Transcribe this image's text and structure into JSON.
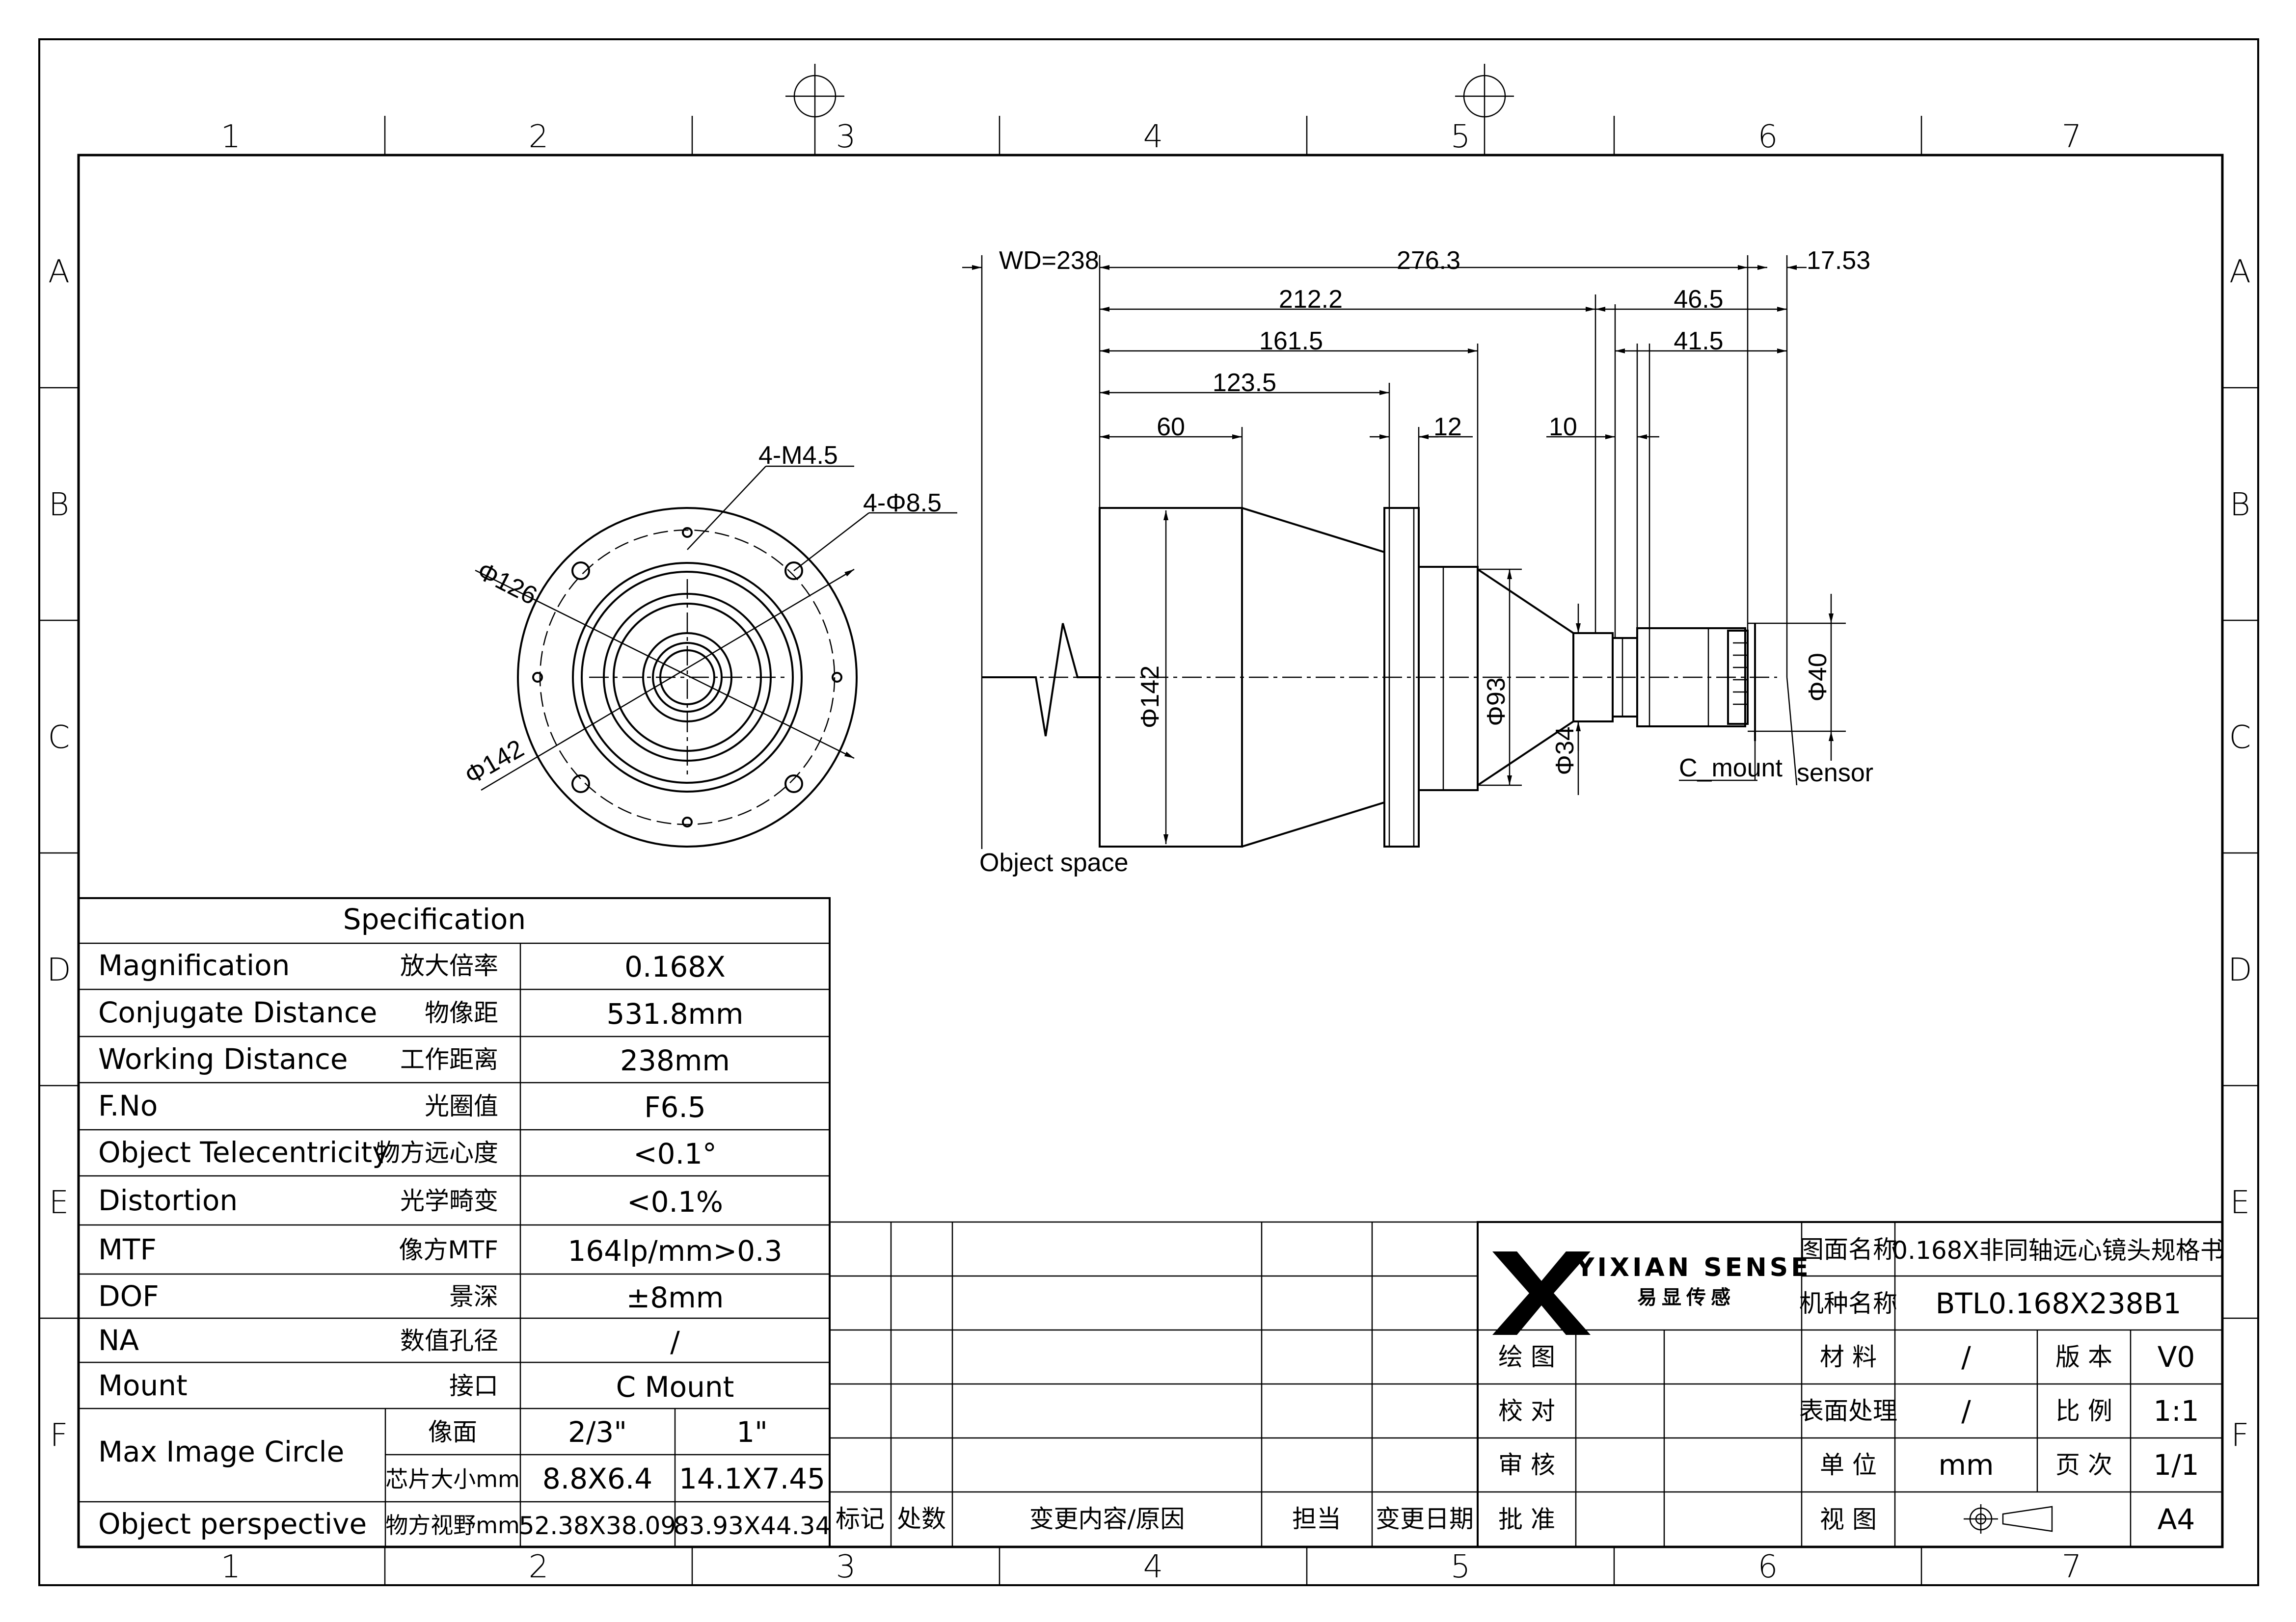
{
  "frame": {
    "columns": [
      "1",
      "2",
      "3",
      "4",
      "5",
      "6",
      "7"
    ],
    "rows": [
      "A",
      "B",
      "C",
      "D",
      "E",
      "F"
    ]
  },
  "front_view": {
    "hole_label": "4-M4.5",
    "bore_label": "4-Φ8.5",
    "dia_126": "Φ126",
    "dia_142": "Φ142"
  },
  "side_view": {
    "wd": "WD=238",
    "total": "276.3",
    "d_212": "212.2",
    "d_161": "161.5",
    "d_123": "123.5",
    "d_60": "60",
    "d_12": "12",
    "d_10": "10",
    "d_46": "46.5",
    "d_41": "41.5",
    "d_17": "17.53",
    "dia_142": "Φ142",
    "dia_93": "Φ93",
    "dia_34": "Φ34",
    "dia_40": "Φ40",
    "c_mount": "C_mount",
    "sensor": "sensor",
    "object_space": "Object space"
  },
  "spec": {
    "title": "Specification",
    "rows": [
      {
        "en": "Magnification",
        "cn": "放大倍率",
        "val": "0.168X"
      },
      {
        "en": "Conjugate Distance",
        "cn": "物像距",
        "val": "531.8mm"
      },
      {
        "en": "Working Distance",
        "cn": "工作距离",
        "val": "238mm"
      },
      {
        "en": "F.No",
        "cn": "光圈值",
        "val": "F6.5"
      },
      {
        "en": "Object Telecentricity",
        "cn": "物方远心度",
        "val": "<0.1°"
      },
      {
        "en": "Distortion",
        "cn": "光学畸变",
        "val": "<0.1%"
      },
      {
        "en": "MTF",
        "cn": "像方MTF",
        "val": "164lp/mm>0.3"
      },
      {
        "en": "DOF",
        "cn": "景深",
        "val": "±8mm"
      },
      {
        "en": "NA",
        "cn": "数值孔径",
        "val": "/"
      },
      {
        "en": "Mount",
        "cn": "接口",
        "val": "C Mount"
      }
    ],
    "circle_label": "Max Image Circle",
    "circle_sub1": "像面",
    "circle_sub2": "芯片大小mm",
    "circle_v1a": "2/3\"",
    "circle_v1b": "1\"",
    "circle_v2a": "8.8X6.4",
    "circle_v2b": "14.1X7.45",
    "persp_label": "Object perspective",
    "persp_cn": "物方视野mm",
    "persp_va": "52.38X38.09",
    "persp_vb": "83.93X44.34"
  },
  "revision": {
    "h_mark": "标记",
    "h_count": "处数",
    "h_content": "变更内容/原因",
    "h_person": "担当",
    "h_date": "变更日期"
  },
  "title_block": {
    "brand": "YIXIAN SENSE",
    "brand_cn": "易显传感",
    "draw": "绘 图",
    "check": "校 对",
    "review": "审 核",
    "approve": "批 准",
    "name_label": "图面名称",
    "name_value": "0.168X非同轴远心镜头规格书",
    "model_label": "机种名称",
    "model_value": "BTL0.168X238B1",
    "material_label": "材 料",
    "material_value": "/",
    "version_label": "版 本",
    "version_value": "V0",
    "surface_label": "表面处理",
    "surface_value": "/",
    "scale_label": "比 例",
    "scale_value": "1:1",
    "unit_label": "单 位",
    "unit_value": "mm",
    "page_label": "页 次",
    "page_value": "1/1",
    "view_label": "视 图",
    "size_value": "A4"
  }
}
